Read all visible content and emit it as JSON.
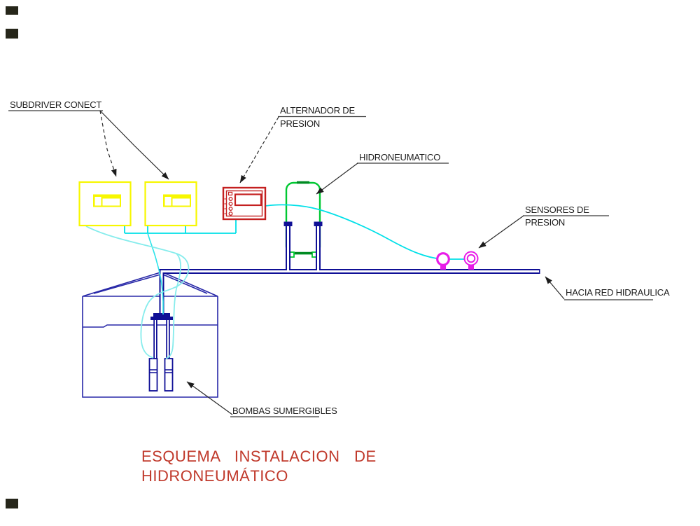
{
  "diagram": {
    "labels": {
      "subdriver": "SUBDRIVER CONECT",
      "alternador_line1": "ALTERNADOR DE",
      "alternador_line2": "PRESION",
      "hidroneumatico": "HIDRONEUMATICO",
      "sensores_line1": "SENSORES DE",
      "sensores_line2": "PRESION",
      "hacia_red": "HACIA RED HIDRAULICA",
      "bombas": "BOMBAS SUMERGIBLES"
    },
    "title": {
      "line1": "ESQUEMA INSTALACION DE",
      "line2": "HIDRONEUMÁTICO"
    },
    "colors": {
      "subdriver_box_yellow": "#f7f700",
      "alternator_box_red": "#c42020",
      "hydro_tank_green": "#00c832",
      "pipe_navy": "#0f0f96",
      "water_tank_blue": "#2828a8",
      "sensor_magenta": "#e81ce8",
      "wire_cyan": "#00e0e8",
      "cable_pale_cyan": "#86ecec",
      "title_red": "#c0392b",
      "label_text": "#1c1c1c"
    }
  }
}
